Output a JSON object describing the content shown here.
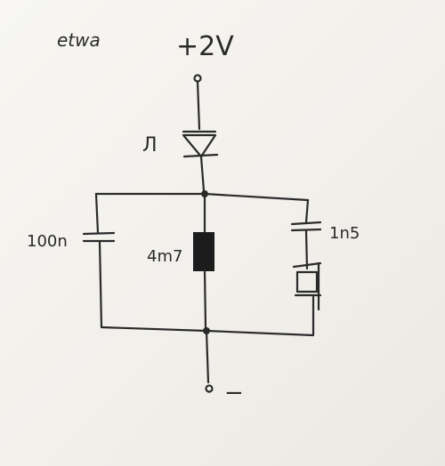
{
  "sheet": {
    "note": "etwa",
    "supply_label": "+2V",
    "ground_label": "−",
    "diode_label": "Л",
    "cap_left_label": "100n",
    "resistor_label": "4m7",
    "cap_right_label": "1n5"
  },
  "colors": {
    "ink": "#2a2a2a",
    "paper": "#f4f2ee"
  }
}
